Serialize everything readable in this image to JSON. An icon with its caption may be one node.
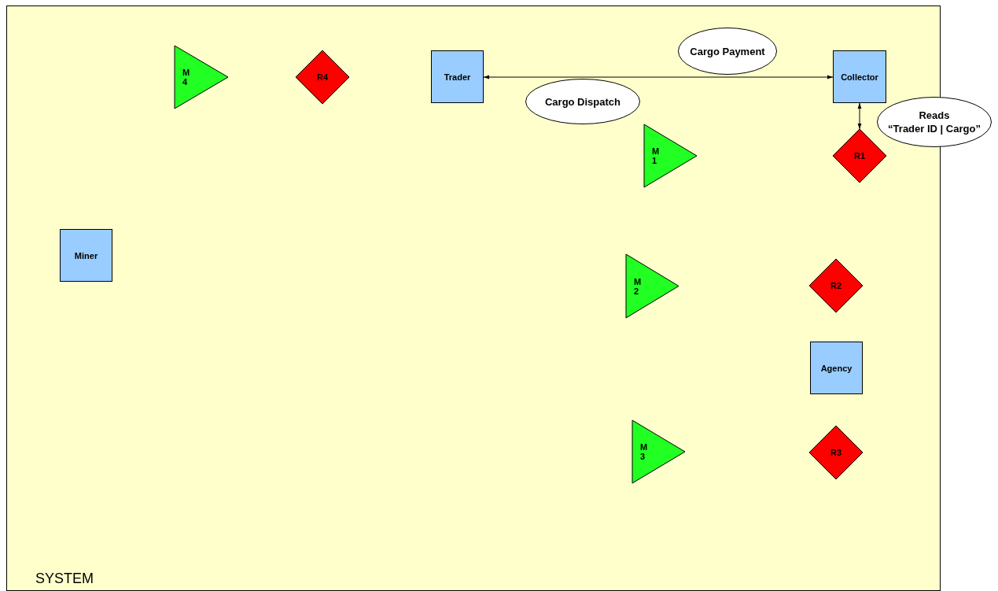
{
  "diagram": {
    "nodes": [
      {
        "text": [
          "SYSTEM"
        ]
      },
      {
        "text": [
          "M 4"
        ],
        "in": 0
      },
      {
        "text": [
          "R4"
        ],
        "in": 0
      },
      {
        "text": [
          "Trader"
        ],
        "in": 0
      },
      {
        "text": [
          "Cargo Payment"
        ],
        "in": 0
      },
      {
        "text": [
          "Collector"
        ],
        "in": 0
      },
      {
        "text": [
          "Cargo Dispatch"
        ],
        "in": 0
      },
      {
        "text": [
          "Reads",
          "“Trader ID | Cargo”"
        ]
      },
      {
        "text": [
          "M 1"
        ],
        "in": 0
      },
      {
        "text": [
          "R1"
        ],
        "in": 0
      },
      {
        "text": [
          "Miner"
        ],
        "in": 0
      },
      {
        "text": [
          "M 2"
        ],
        "in": 0
      },
      {
        "text": [
          "R2"
        ],
        "in": 0
      },
      {
        "text": [
          "Agency"
        ],
        "in": 0
      },
      {
        "text": [
          "M 3"
        ],
        "in": 0
      },
      {
        "text": [
          "R3"
        ],
        "in": 0
      }
    ],
    "edges": [
      {
        "from": 3,
        "to": 5,
        "arrow": "both"
      },
      {
        "from": 5,
        "to": 9,
        "arrow": "both"
      }
    ]
  }
}
